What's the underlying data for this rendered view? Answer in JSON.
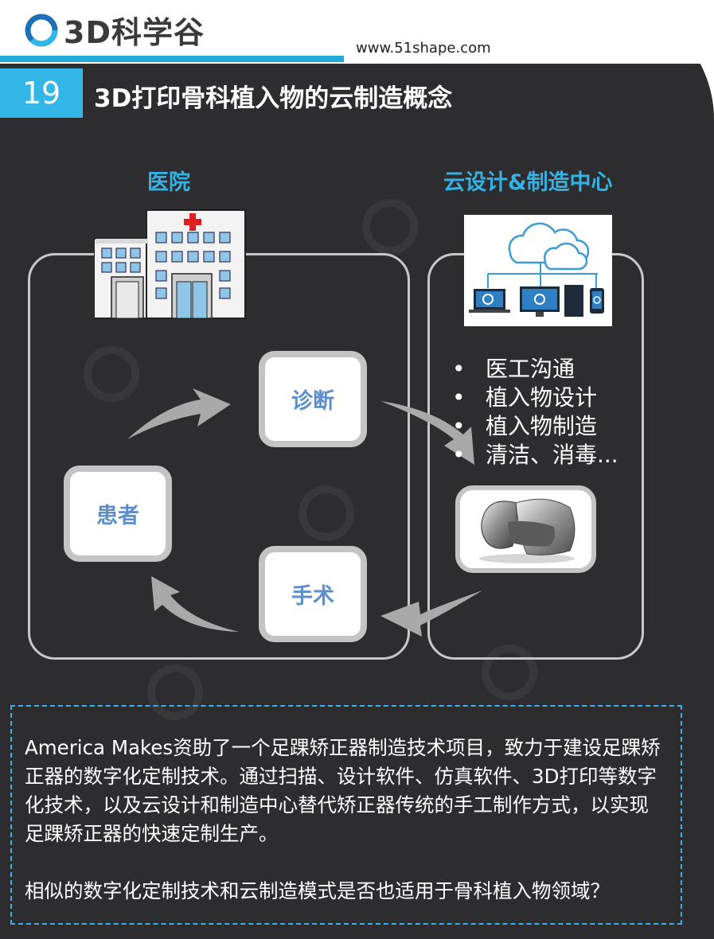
{
  "header": {
    "logo_text": "3D科学谷",
    "website": "www.51shape.com",
    "slide_number": "19",
    "title": "3D打印骨科植入物的云制造概念"
  },
  "diagram": {
    "hospital_label": "医院",
    "cloud_label": "云设计&制造中心",
    "nodes": {
      "diagnosis": "诊断",
      "patient": "患者",
      "surgery": "手术"
    },
    "cloud_tasks": [
      "医工沟通",
      "植入物设计",
      "植入物制造",
      "清洁、消毒..."
    ],
    "bullet_char": "•"
  },
  "body": {
    "paragraph1": "America Makes资助了一个足踝矫正器制造技术项目，致力于建设足踝矫正器的数字化定制技术。通过扫描、设计软件、仿真软件、3D打印等数字化技术，以及云设计和制造中心替代矫正器传统的手工制作方式，以实现足踝矫正器的快速定制生产。",
    "paragraph2": "相似的数字化定制技术和云制造模式是否也适用于骨科植入物领域？"
  },
  "colors": {
    "background": "#2d2d2f",
    "accent": "#35b2e5",
    "node_text": "#5b8ecb",
    "arrow": "#a9a9a9"
  }
}
